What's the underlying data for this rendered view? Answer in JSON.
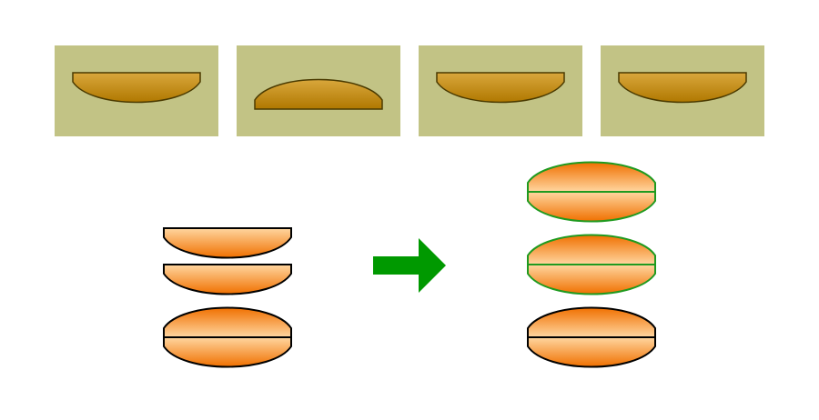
{
  "colors": {
    "tile_bg": "#c2c385",
    "tile_stroke": "#4a3a00",
    "tile_gradient_top": "#d9a73c",
    "tile_gradient_bottom": "#b07800",
    "piece_light": "#ffd6a0",
    "piece_dark": "#f07000",
    "piece_stroke": "#000000",
    "match_stroke": "#1f9a1f",
    "arrow": "#009900"
  },
  "queue": {
    "tiles": [
      {
        "shape": "bowl"
      },
      {
        "shape": "dome"
      },
      {
        "shape": "bowl"
      },
      {
        "shape": "bowl"
      }
    ]
  },
  "board_before": {
    "stack": [
      {
        "kind": "bowl",
        "highlight": false
      },
      {
        "kind": "bowl",
        "highlight": false
      },
      {
        "kind": "lens",
        "highlight": false
      }
    ]
  },
  "arrow": {
    "icon": "right-arrow-icon"
  },
  "board_after": {
    "stack": [
      {
        "kind": "lens",
        "highlight": true
      },
      {
        "kind": "lens",
        "highlight": true
      },
      {
        "kind": "lens",
        "highlight": false
      }
    ]
  }
}
